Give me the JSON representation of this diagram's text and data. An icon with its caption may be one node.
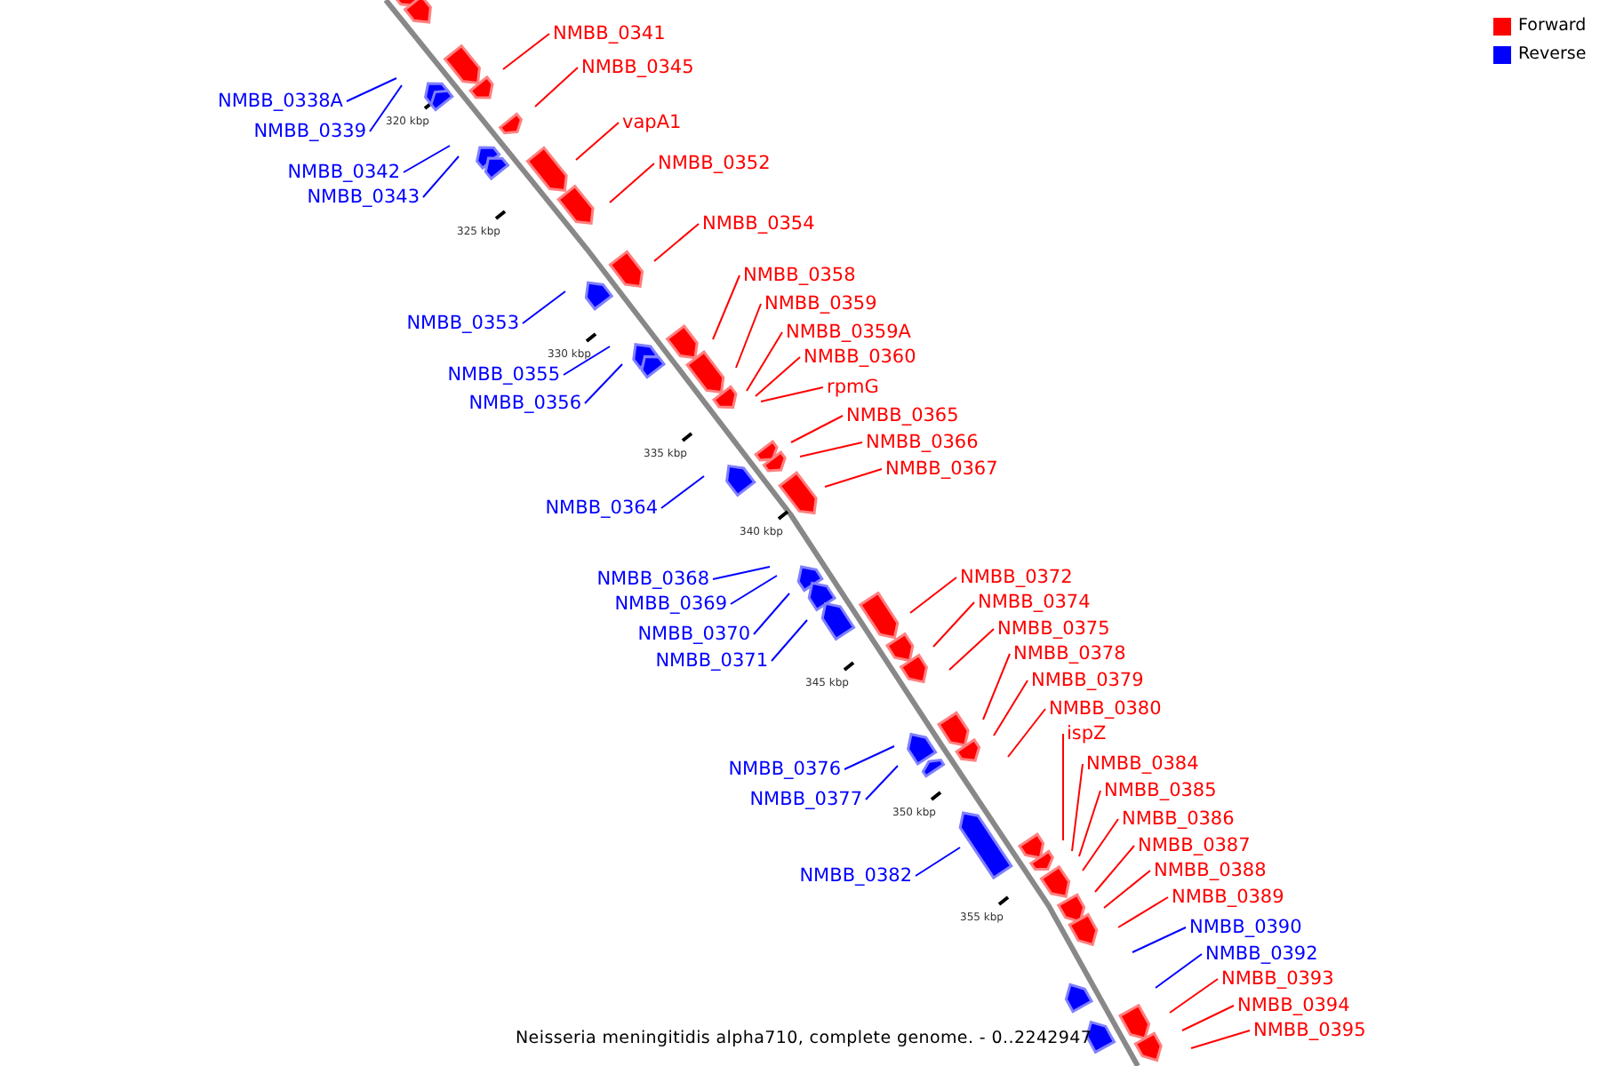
{
  "diagram": {
    "caption": "Neisseria meningitidis alpha710, complete genome. - 0..2242947",
    "nodes": [
      {
        "text": [
          "NMBB_0341"
        ]
      },
      {
        "text": [
          "NMBB_0345"
        ]
      },
      {
        "text": [
          "NMBB_0338A"
        ]
      },
      {
        "text": [
          "vapA1"
        ]
      },
      {
        "text": [
          "NMBB_0339"
        ]
      },
      {
        "text": [
          "NMBB_0352"
        ]
      },
      {
        "text": [
          "NMBB_0342"
        ]
      },
      {
        "text": [
          "NMBB_0343"
        ]
      },
      {
        "text": [
          "NMBB_0354"
        ]
      },
      {
        "text": [
          "NMBB_0358"
        ]
      },
      {
        "text": [
          "NMBB_0359"
        ]
      },
      {
        "text": [
          "NMBB_0353"
        ]
      },
      {
        "text": [
          "NMBB_0359A"
        ]
      },
      {
        "text": [
          "NMBB_0360"
        ]
      },
      {
        "text": [
          "NMBB_0355"
        ]
      },
      {
        "text": [
          "rpmG"
        ]
      },
      {
        "text": [
          "NMBB_0356"
        ]
      },
      {
        "text": [
          "NMBB_0365"
        ]
      },
      {
        "text": [
          "NMBB_0366"
        ]
      },
      {
        "text": [
          "NMBB_0367"
        ]
      },
      {
        "text": [
          "NMBB_0364"
        ]
      },
      {
        "text": [
          "NMBB_0372"
        ]
      },
      {
        "text": [
          "NMBB_0368"
        ]
      },
      {
        "text": [
          "NMBB_0374"
        ]
      },
      {
        "text": [
          "NMBB_0369"
        ]
      },
      {
        "text": [
          "NMBB_0375"
        ]
      },
      {
        "text": [
          "NMBB_0370"
        ]
      },
      {
        "text": [
          "NMBB_0378"
        ]
      },
      {
        "text": [
          "NMBB_0371"
        ]
      },
      {
        "text": [
          "NMBB_0379"
        ]
      },
      {
        "text": [
          "NMBB_0380"
        ]
      },
      {
        "text": [
          "ispZ"
        ]
      },
      {
        "text": [
          "NMBB_0384"
        ]
      },
      {
        "text": [
          "NMBB_0376"
        ]
      },
      {
        "text": [
          "NMBB_0385"
        ]
      },
      {
        "text": [
          "NMBB_0377"
        ]
      },
      {
        "text": [
          "NMBB_0386"
        ]
      },
      {
        "text": [
          "NMBB_0387"
        ]
      },
      {
        "text": [
          "NMBB_0388"
        ]
      },
      {
        "text": [
          "NMBB_0382"
        ]
      },
      {
        "text": [
          "NMBB_0389"
        ]
      },
      {
        "text": [
          "NMBB_0390"
        ]
      },
      {
        "text": [
          "NMBB_0392"
        ]
      },
      {
        "text": [
          "NMBB_0393"
        ]
      },
      {
        "text": [
          "NMBB_0394"
        ]
      },
      {
        "text": [
          "NMBB_0395"
        ]
      }
    ],
    "edges": [
      {
        "from": 0,
        "to": null,
        "arrow": "none"
      },
      {
        "from": 1,
        "to": null,
        "arrow": "none"
      },
      {
        "from": 2,
        "to": null,
        "arrow": "none",
        "color": "#0000ff"
      },
      {
        "from": 3,
        "to": null,
        "arrow": "none"
      },
      {
        "from": 4,
        "to": null,
        "arrow": "none",
        "color": "#0000ff"
      },
      {
        "from": 5,
        "to": null,
        "arrow": "none"
      },
      {
        "from": 6,
        "to": null,
        "arrow": "none",
        "color": "#0000ff"
      },
      {
        "from": 7,
        "to": null,
        "arrow": "none",
        "color": "#0000ff"
      },
      {
        "from": 8,
        "to": null,
        "arrow": "none"
      },
      {
        "from": 9,
        "to": null,
        "arrow": "none"
      },
      {
        "from": 10,
        "to": null,
        "arrow": "none"
      },
      {
        "from": 11,
        "to": null,
        "arrow": "none",
        "color": "#0000ff"
      },
      {
        "from": 12,
        "to": null,
        "arrow": "none"
      },
      {
        "from": 13,
        "to": null,
        "arrow": "none"
      },
      {
        "from": 14,
        "to": null,
        "arrow": "none",
        "color": "#0000ff"
      },
      {
        "from": 15,
        "to": null,
        "arrow": "none"
      },
      {
        "from": 16,
        "to": null,
        "arrow": "none",
        "color": "#0000ff"
      },
      {
        "from": 17,
        "to": null,
        "arrow": "none"
      },
      {
        "from": 18,
        "to": null,
        "arrow": "none"
      },
      {
        "from": 19,
        "to": null,
        "arrow": "none"
      },
      {
        "from": 20,
        "to": null,
        "arrow": "none",
        "color": "#0000ff"
      },
      {
        "from": 21,
        "to": null,
        "arrow": "none"
      },
      {
        "from": 22,
        "to": null,
        "arrow": "none",
        "color": "#0000ff"
      },
      {
        "from": 23,
        "to": null,
        "arrow": "none"
      },
      {
        "from": 24,
        "to": null,
        "arrow": "none",
        "color": "#0000ff"
      },
      {
        "from": 25,
        "to": null,
        "arrow": "none"
      },
      {
        "from": 26,
        "to": null,
        "arrow": "none",
        "color": "#0000ff"
      },
      {
        "from": 27,
        "to": null,
        "arrow": "none"
      },
      {
        "from": 28,
        "to": null,
        "arrow": "none",
        "color": "#0000ff"
      },
      {
        "from": 29,
        "to": null,
        "arrow": "none"
      },
      {
        "from": 30,
        "to": null,
        "arrow": "none"
      },
      {
        "from": 31,
        "to": null,
        "arrow": "none"
      },
      {
        "from": 32,
        "to": null,
        "arrow": "none"
      },
      {
        "from": 33,
        "to": null,
        "arrow": "none",
        "color": "#0000ff"
      },
      {
        "from": 34,
        "to": null,
        "arrow": "none"
      },
      {
        "from": 35,
        "to": null,
        "arrow": "none",
        "color": "#0000ff"
      },
      {
        "from": 36,
        "to": null,
        "arrow": "none"
      },
      {
        "from": 37,
        "to": null,
        "arrow": "none"
      },
      {
        "from": 38,
        "to": null,
        "arrow": "none"
      },
      {
        "from": 39,
        "to": null,
        "arrow": "none",
        "color": "#0000ff"
      },
      {
        "from": 40,
        "to": null,
        "arrow": "none"
      },
      {
        "from": 41,
        "to": null,
        "arrow": "none",
        "color": "#0000ff"
      },
      {
        "from": 42,
        "to": null,
        "arrow": "none",
        "color": "#0000ff"
      },
      {
        "from": 43,
        "to": null,
        "arrow": "none"
      },
      {
        "from": 44,
        "to": null,
        "arrow": "none"
      },
      {
        "from": 45,
        "to": null,
        "arrow": "none"
      }
    ],
    "labels": [
      "320 kbp",
      "325 kbp",
      "330 kbp",
      "335 kbp",
      "340 kbp",
      "345 kbp",
      "350 kbp",
      "355 kbp"
    ],
    "legend": [
      {
        "text": "Forward",
        "color": "#ff0000"
      },
      {
        "text": "Reverse",
        "color": "#0000ff"
      }
    ]
  }
}
